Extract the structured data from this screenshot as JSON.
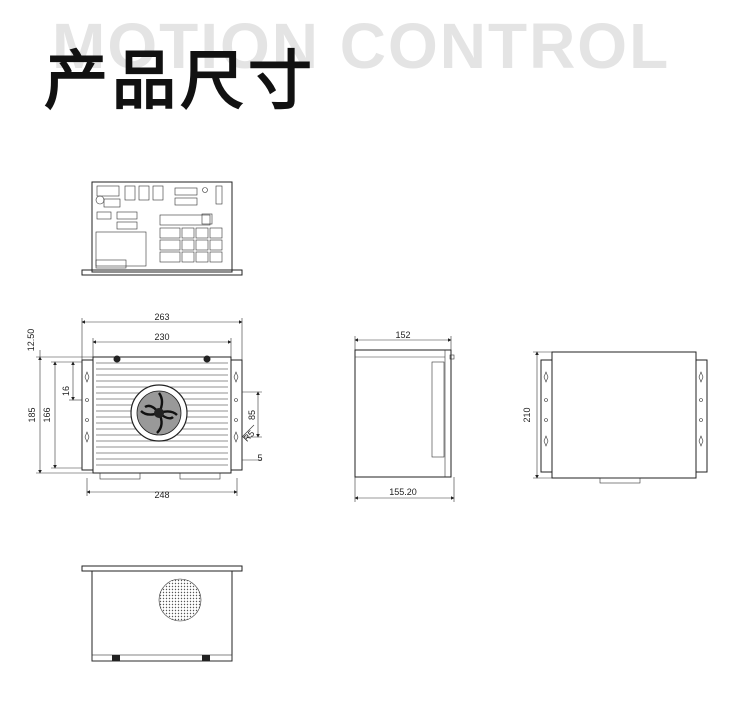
{
  "header": {
    "watermark": "MOTION CONTROL",
    "title": "产品尺寸"
  },
  "dimensions": {
    "top_view": {
      "width_overall": "263",
      "width_inner": "230",
      "width_base": "248",
      "height_overall": "185",
      "height_inner": "166",
      "offset_top": "12.50",
      "slot_offset": "16",
      "slot_spacing": "85",
      "radius": "R5",
      "edge": "5"
    },
    "side_view": {
      "depth_top": "152",
      "depth_bottom": "155.20"
    },
    "rear_view": {
      "height": "210"
    }
  }
}
